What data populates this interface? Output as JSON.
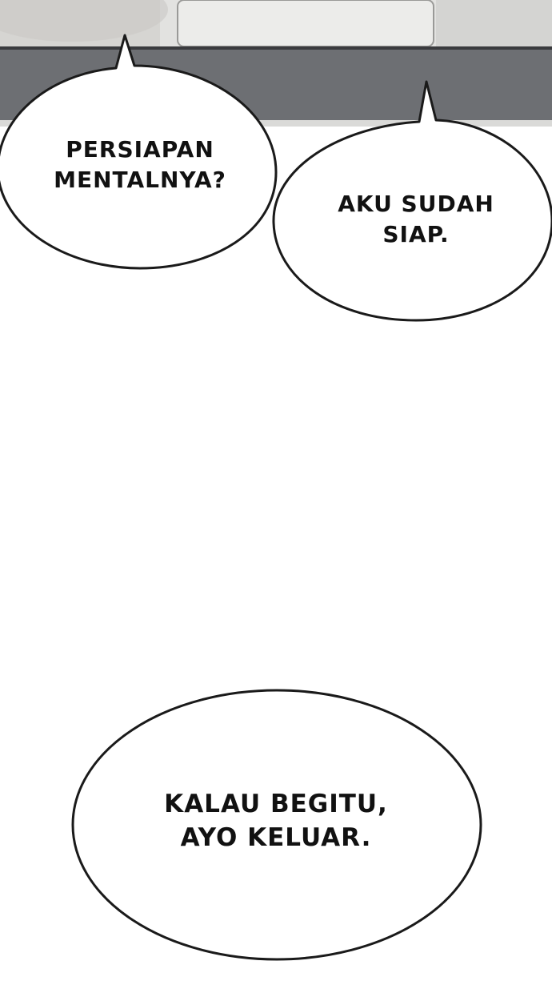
{
  "panel": {
    "colors": {
      "background": "#ffffff",
      "top_band": "#6e7074",
      "sky_strip": "#e4e4e2",
      "bubble_fill": "#ffffff",
      "bubble_stroke": "#1a1a1a"
    }
  },
  "bubbles": [
    {
      "lines": [
        "PERSIAPAN",
        "MENTALNYA?"
      ]
    },
    {
      "lines": [
        "AKU SUDAH",
        "SIAP."
      ]
    },
    {
      "lines": [
        "KALAU BEGITU,",
        "AYO KELUAR."
      ]
    }
  ]
}
